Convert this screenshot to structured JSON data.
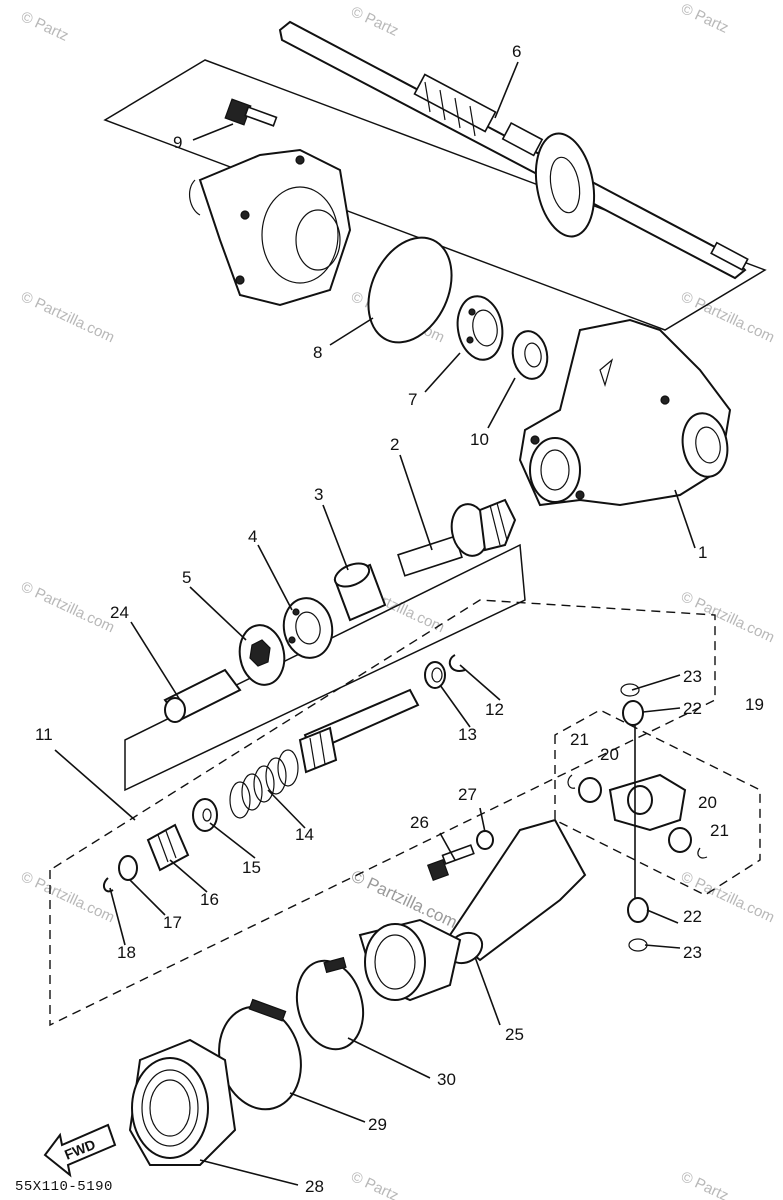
{
  "diagram": {
    "reference_code": "55X110-5190",
    "fwd_label": "FWD",
    "watermark": "© Partzilla.com",
    "watermark_short": "© Partz",
    "callouts": {
      "c1": "1",
      "c2": "2",
      "c3": "3",
      "c4": "4",
      "c5": "5",
      "c6": "6",
      "c7": "7",
      "c8": "8",
      "c9": "9",
      "c10": "10",
      "c11": "11",
      "c12": "12",
      "c13": "13",
      "c14": "14",
      "c15": "15",
      "c16": "16",
      "c17": "17",
      "c18": "18",
      "c19": "19",
      "c20a": "20",
      "c20b": "20",
      "c21a": "21",
      "c21b": "21",
      "c22a": "22",
      "c22b": "22",
      "c23a": "23",
      "c23b": "23",
      "c24": "24",
      "c25": "25",
      "c26": "26",
      "c27": "27",
      "c28": "28",
      "c29": "29",
      "c30": "30"
    }
  }
}
